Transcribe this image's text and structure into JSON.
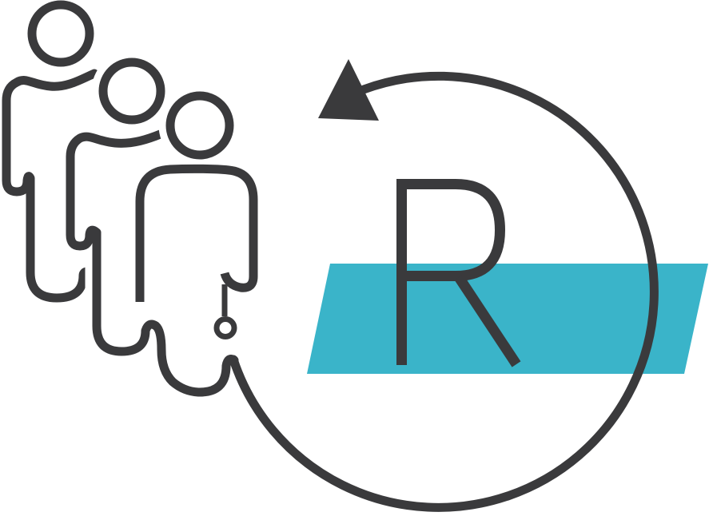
{
  "logo": {
    "letter": "R",
    "people_count": "3",
    "colors": {
      "ink": "#3A3A3C",
      "accent": "#3AB4C9",
      "background": "#FFFFFF"
    },
    "parts": {
      "people_icon": "three-people-outline-icon",
      "refresh_icon": "circular-arrow-icon",
      "arrowhead": "triangle-arrowhead-icon",
      "accent_shape": "parallelogram-banner",
      "pendant": "ring-pendant-icon",
      "letter_mark": "letter-r-mark"
    }
  }
}
